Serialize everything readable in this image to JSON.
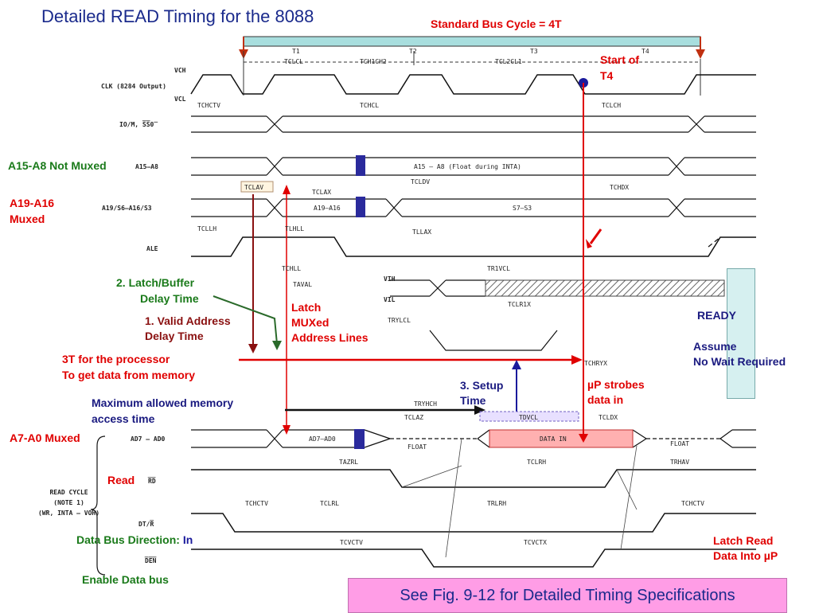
{
  "title": "Detailed READ Timing for the 8088",
  "standard_bus_cycle": "Standard Bus Cycle = 4T",
  "start_of_t4": [
    "Start of",
    "T4"
  ],
  "left_labels": {
    "a15_a8": "A15-A8 Not Muxed",
    "a19_a16": [
      "A19-A16",
      "Muxed"
    ],
    "a7_a0": "A7-A0 Muxed",
    "read": "Read",
    "data_bus_direction": "Data Bus Direction:",
    "data_bus_in": "In",
    "enable_data_bus": "Enable Data bus"
  },
  "annotations": {
    "latch_buffer": [
      "2. Latch/Buffer",
      "Delay Time"
    ],
    "valid_address": [
      "1. Valid Address",
      "Delay Time"
    ],
    "latch_muxed": [
      "Latch",
      "MUXed",
      "Address Lines"
    ],
    "three_t": [
      "3T for the processor",
      "To get data from memory"
    ],
    "max_access": [
      "Maximum allowed memory",
      "access time"
    ],
    "setup_time": [
      "3. Setup",
      "Time"
    ],
    "up_strobes": [
      "µP strobes",
      "data in"
    ],
    "ready": "READY",
    "assume": [
      "Assume",
      "No Wait Required"
    ],
    "latch_read": [
      "Latch Read",
      "Data Into µP"
    ]
  },
  "signals": {
    "vch": "VCH",
    "vcl": "VCL",
    "clk": "CLK (8284 Output)",
    "iom": "IO/M, S̅S̅0̅",
    "a15_a8": "A15–A8",
    "a19": "A19/S6–A16/S3",
    "ale": "ALE",
    "vih": "VIH",
    "vil": "VIL",
    "ad": "AD7 – AD0",
    "rd": "R̅D̅",
    "read_cycle": [
      "READ CYCLE",
      "(NOTE 1)",
      "(WR, INTA – VOH)"
    ],
    "dtr": "DT/R̅",
    "den": "D̅E̅N̅"
  },
  "timing_labels": {
    "t1": "T1",
    "t2": "T2",
    "t3": "T3",
    "t4": "T4",
    "tclcl": "TCLCL",
    "tch1ch2": "TCH1CH2",
    "tcl2cl1": "TCL2CL1",
    "tchctv": "TCHCTV",
    "tchcl": "TCHCL",
    "tclch": "TCLCH",
    "a15_float": "A15 – A8 (Float during INTA)",
    "tclav": "TCLAV",
    "tclax": "TCLAX",
    "tcldv": "TCLDV",
    "tchdx": "TCHDX",
    "a19_a16": "A19–A16",
    "s7_s3": "S7–S3",
    "tcllh": "TCLLH",
    "tlhll": "TLHLL",
    "tllax": "TLLAX",
    "tchll": "TCHLL",
    "taval": "TAVAL",
    "tr1vcl": "TR1VCL",
    "tclr1x": "TCLR1X",
    "tryhcl": "TRYLCL",
    "tchryx": "TCHRYX",
    "tryhch": "TRYHCH",
    "tclaz": "TCLAZ",
    "tdvcl": "TDVCL",
    "tcldx": "TCLDX",
    "ad7_ad0": "AD7–AD0",
    "float": "FLOAT",
    "data_in": "DATA IN",
    "float2": "FLOAT",
    "tazrl": "TAZRL",
    "tclrh": "TCLRH",
    "trhav": "TRHAV",
    "tchctv2": "TCHCTV",
    "tclrl": "TCLRL",
    "trlrh": "TRLRH",
    "tchctv3": "TCHCTV",
    "tcvctv": "TCVCTV",
    "tcvctx": "TCVCTX"
  },
  "footer": "See Fig. 9-12 for Detailed Timing Specifications",
  "colors": {
    "title": "#1a2a8c",
    "red": "#e00000",
    "navy": "#1a1a80",
    "green": "#1a7a1a",
    "maroon": "#8a1010",
    "bus_bar": "#a8dede",
    "data_in_fill": "#ffb0b0",
    "marker_blue": "#1a1a9c"
  }
}
